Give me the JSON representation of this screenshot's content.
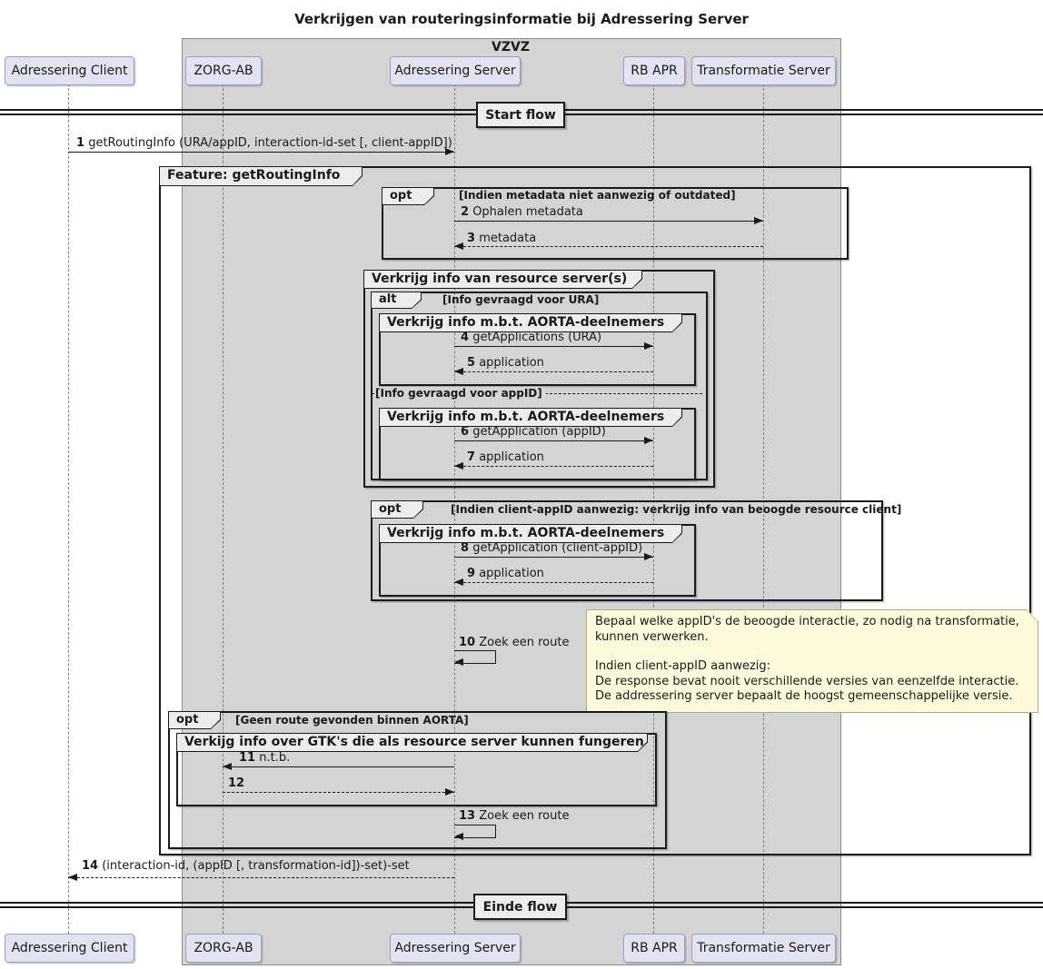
{
  "title": "Verkrijgen van routeringsinformatie bij Adressering Server",
  "boundary": {
    "label": "VZVZ"
  },
  "participants": [
    "Adressering Client",
    "ZORG-AB",
    "Adressering Server",
    "RB APR",
    "Transformatie Server"
  ],
  "dividers": {
    "start": "Start flow",
    "einde": "Einde flow"
  },
  "fragments": {
    "feature": {
      "label": "Feature: getRoutingInfo"
    },
    "opt_metadata": {
      "op": "opt",
      "guard": "[Indien metadata niet aanwezig of outdated]"
    },
    "group_resource": {
      "label": "Verkrijg info van resource server(s)"
    },
    "alt_info": {
      "op": "alt",
      "guard_ura": "[Info gevraagd voor URA]",
      "guard_appid": "[Info gevraagd voor appID]"
    },
    "group_aorta": {
      "label": "Verkrijg info m.b.t. AORTA-deelnemers"
    },
    "opt_client": {
      "op": "opt",
      "guard": "[Indien client-appID aanwezig: verkrijg info van beoogde resource client]"
    },
    "opt_no_route": {
      "op": "opt",
      "guard": "[Geen route gevonden binnen AORTA]"
    },
    "group_gtk": {
      "label": "Verkijg info over GTK's die als resource server kunnen fungeren"
    }
  },
  "messages": {
    "m1": {
      "num": "1",
      "text": "getRoutingInfo (URA/appID, interaction-id-set [, client-appID])"
    },
    "m2": {
      "num": "2",
      "text": "Ophalen metadata"
    },
    "m3": {
      "num": "3",
      "text": "metadata"
    },
    "m4": {
      "num": "4",
      "text": "getApplications (URA)"
    },
    "m5": {
      "num": "5",
      "text": "application"
    },
    "m6": {
      "num": "6",
      "text": "getApplication (appID)"
    },
    "m7": {
      "num": "7",
      "text": "application"
    },
    "m8": {
      "num": "8",
      "text": "getApplication (client-appID)"
    },
    "m9": {
      "num": "9",
      "text": "application"
    },
    "m10": {
      "num": "10",
      "text": "Zoek een route"
    },
    "m11": {
      "num": "11",
      "text": "n.t.b."
    },
    "m12": {
      "num": "12",
      "text": ""
    },
    "m13": {
      "num": "13",
      "text": "Zoek een route"
    },
    "m14": {
      "num": "14",
      "text": "(interaction-id, (appID [, transformation-id])-set)-set"
    }
  },
  "note": {
    "lines": [
      "Bepaal welke appID's de beoogde interactie, zo nodig na transformatie,",
      "kunnen verwerken.",
      "",
      "Indien client-appID aanwezig:",
      "De response bevat nooit verschillende versies van eenzelfde interactie.",
      "De addressering server bepaalt de hoogst gemeenschappelijke versie."
    ]
  },
  "colors": {
    "frame_bg": "#D4D4D4",
    "participant_bg": "#E2E2F0",
    "participant_border": "#9A9DBE",
    "tab_bg": "#EDEDED",
    "note_bg": "#FBFBDC"
  }
}
